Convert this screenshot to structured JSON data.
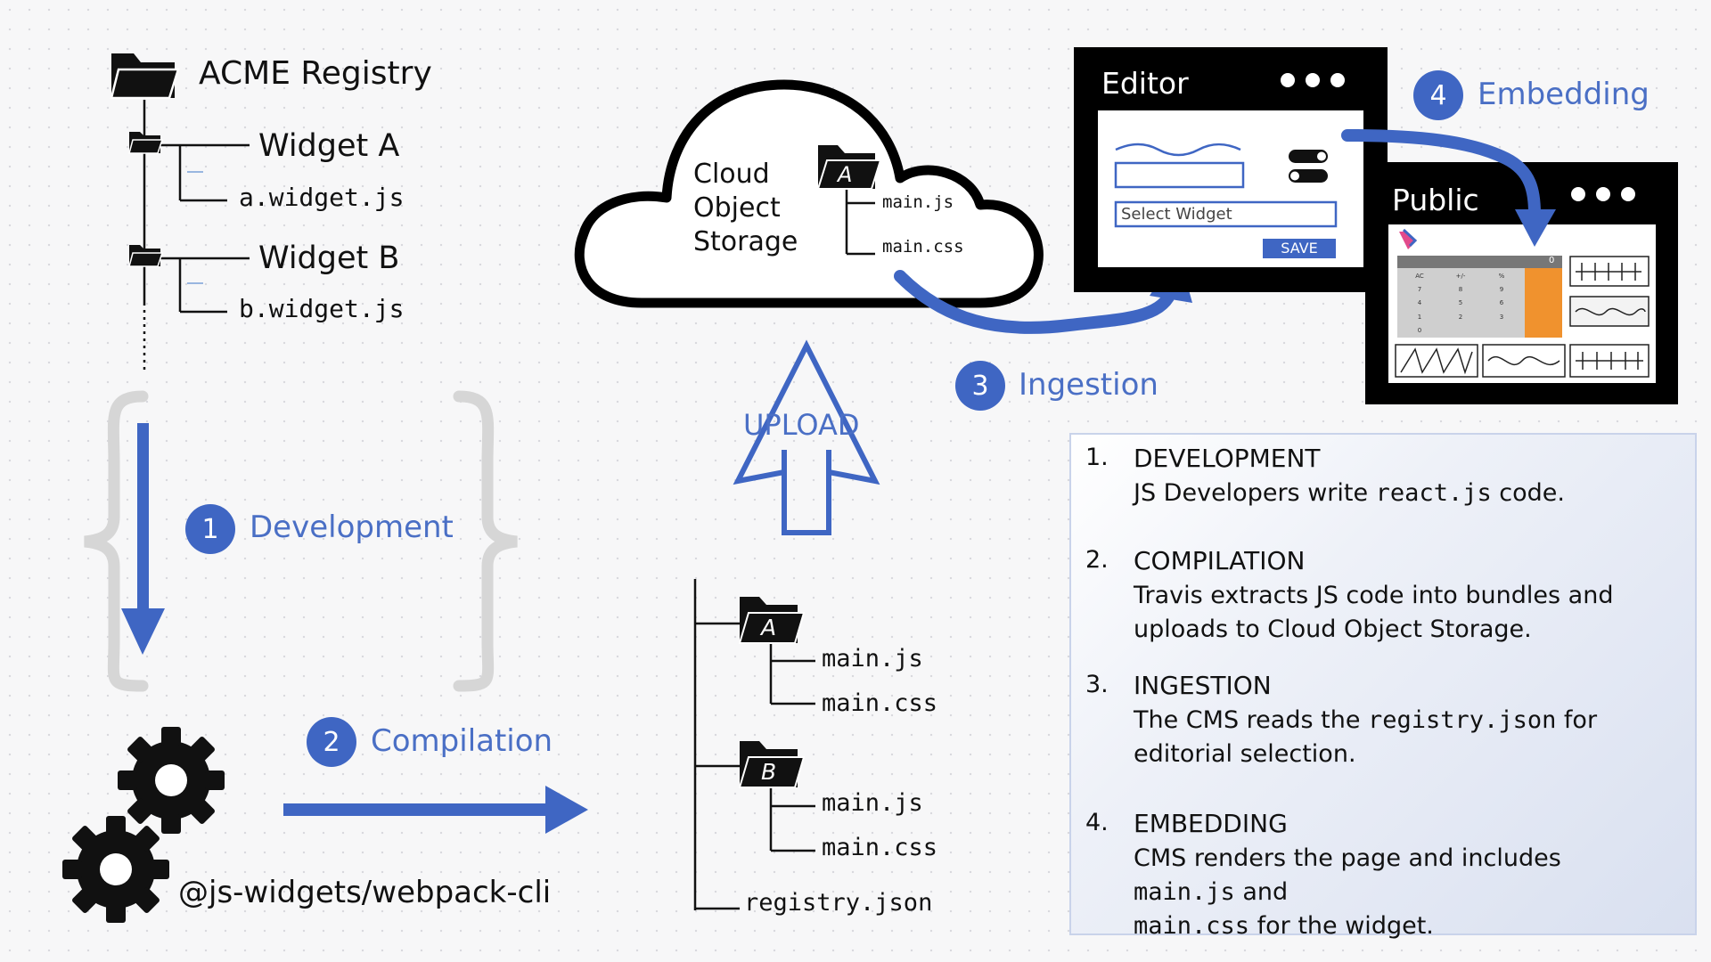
{
  "registry": {
    "title": "ACME Registry",
    "widget_a": "Widget A",
    "widget_a_file": "a.widget.js",
    "widget_b": "Widget B",
    "widget_b_file": "b.widget.js"
  },
  "steps": {
    "development": {
      "num": "1",
      "label": "Development"
    },
    "compilation": {
      "num": "2",
      "label": "Compilation"
    },
    "ingestion": {
      "num": "3",
      "label": "Ingestion"
    },
    "embedding": {
      "num": "4",
      "label": "Embedding"
    }
  },
  "cli_label": "@js-widgets/webpack-cli",
  "cloud": {
    "line1": "Cloud",
    "line2": "Object",
    "line3": "Storage",
    "folder_letter": "A",
    "file1": "main.js",
    "file2": "main.css"
  },
  "upload_label": "UPLOAD",
  "bundle_tree": {
    "folder_a": "A",
    "folder_a_file1": "main.js",
    "folder_a_file2": "main.css",
    "folder_b": "B",
    "folder_b_file1": "main.js",
    "folder_b_file2": "main.css",
    "registry_file": "registry.json"
  },
  "editor": {
    "title": "Editor",
    "select_placeholder": "Select Widget",
    "save_label": "SAVE"
  },
  "public": {
    "title": "Public",
    "calc_display": "0",
    "calc_keys": [
      "AC",
      "+/-",
      "%",
      "7",
      "8",
      "9",
      "4",
      "5",
      "6",
      "1",
      "2",
      "3",
      "0"
    ]
  },
  "notes": [
    {
      "num": "1.",
      "head": "DEVELOPMENT",
      "lines": [
        [
          "JS Developers write ",
          "react.js",
          " code."
        ]
      ]
    },
    {
      "num": "2.",
      "head": "COMPILATION",
      "lines": [
        [
          "Travis extracts JS code into bundles and",
          "",
          ""
        ],
        [
          "uploads to Cloud Object Storage.",
          "",
          ""
        ]
      ]
    },
    {
      "num": "3.",
      "head": "INGESTION",
      "lines": [
        [
          "The CMS reads the ",
          "registry.json",
          " for"
        ],
        [
          "editorial selection.",
          "",
          ""
        ]
      ]
    },
    {
      "num": "4.",
      "head": "EMBEDDING",
      "lines": [
        [
          "CMS renders the page and includes",
          "",
          ""
        ],
        [
          "",
          "main.js",
          " and "
        ],
        [
          "",
          "main.css",
          " for the widget."
        ]
      ]
    }
  ],
  "colors": {
    "accent": "#3f66c3",
    "label_blue": "#4a6fc5",
    "brace_gray": "#d6d6d6",
    "calc_orange": "#f0922e"
  }
}
